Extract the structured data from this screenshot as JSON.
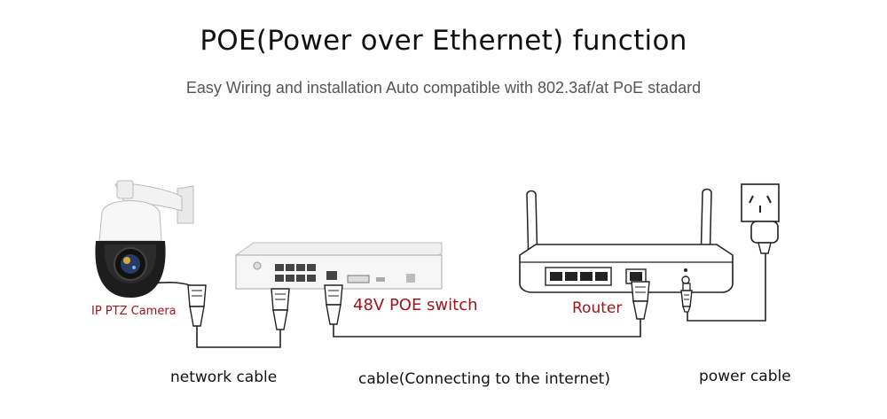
{
  "header": {
    "title": "POE(Power over Ethernet) function",
    "subtitle": "Easy Wiring and installation Auto compatible with 802.3af/at PoE stadard"
  },
  "devices": {
    "camera_label": "IP PTZ Camera",
    "switch_label": "48V POE switch",
    "router_label": "Router"
  },
  "cables": {
    "network_cable": "network cable",
    "internet_cable": "cable(Connecting to the internet)",
    "power_cable": "power cable"
  },
  "colors": {
    "label_red": "#a0141c",
    "text_dark": "#111111",
    "line": "#222222"
  }
}
